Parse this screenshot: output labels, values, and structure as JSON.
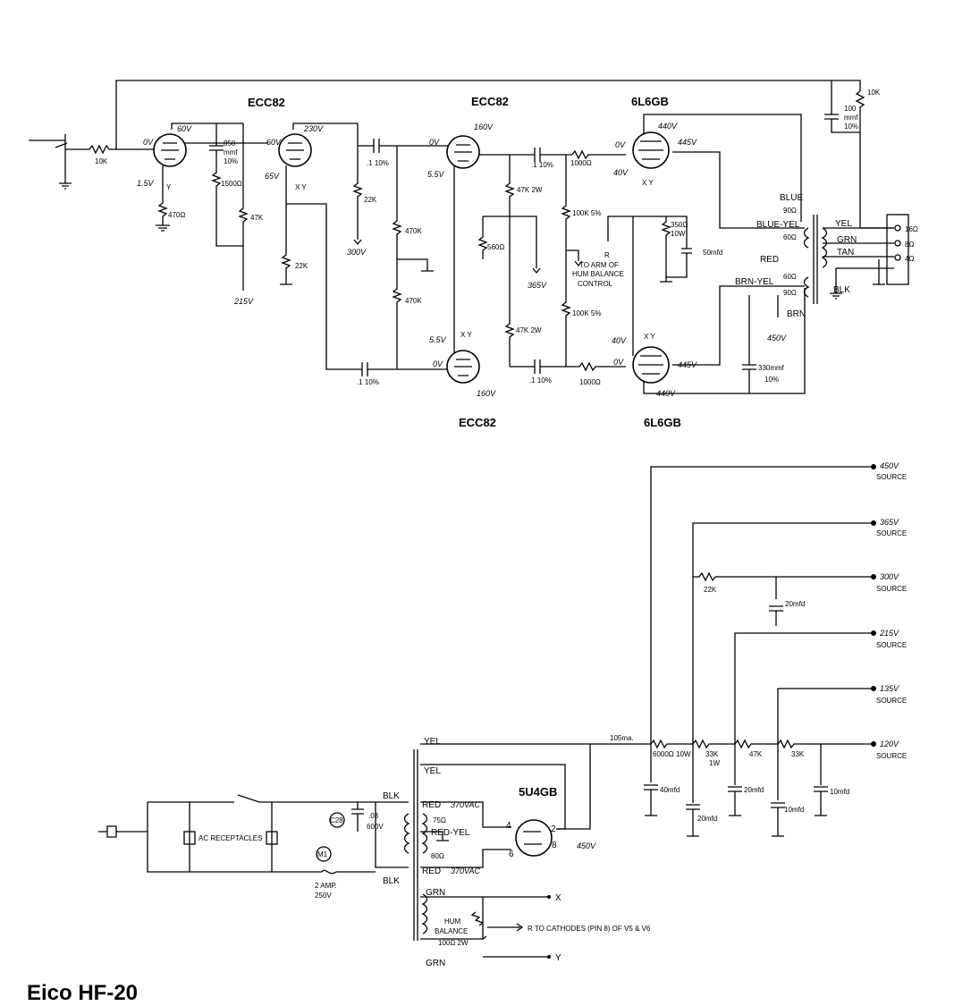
{
  "title": "Eico HF-20",
  "tubes": {
    "v1": "ECC82",
    "v2": "ECC82",
    "v3": "ECC82",
    "v5": "6L6GB",
    "v6": "6L6GB",
    "rect": "5U4GB"
  },
  "preamp": {
    "r_in": "10K",
    "v1_plate": "60V",
    "v1_grid": "0V",
    "v1_cath": "1.5V",
    "c850": "850",
    "c850_u": "mmf",
    "c850_t": "10%",
    "r1500": "1500Ω",
    "r470": "470Ω",
    "r47k": "47K",
    "b215": "215V",
    "v2_plate": "230V",
    "v2_grid": "60V",
    "v2_cath": "65V",
    "r22k_cath": "22K",
    "c_coupl": ".1 10%",
    "r22k": "22K",
    "b300": "300V",
    "xy": "X Y",
    "y": "Y"
  },
  "inverter": {
    "up_grid": "0V",
    "up_plate": "160V",
    "up_cath": "5.5V",
    "r470k_a": "470K",
    "r470k_b": "470K",
    "r47k_top": "47K 2W",
    "r560": "560Ω",
    "b365": "365V",
    "lo_cath": "5.5V",
    "lo_grid": "0V",
    "lo_plate": "160V",
    "r47k_bot": "47K 2W",
    "c_lo": ".1 10%"
  },
  "output": {
    "c_top": ".1 10%",
    "r1000_top": "1000Ω",
    "r100k_top": "100K 5%",
    "r100k_bot": "100K 5%",
    "hum_note_r": "R",
    "hum_note_1": "TO ARM OF",
    "hum_note_2": "HUM BALANCE",
    "hum_note_3": "CONTROL",
    "r350": "350Ω",
    "r350_w": "10W",
    "c50": "50mfd",
    "c_bot": ".1 10%",
    "r1000_bot": "1000Ω",
    "v5_grid": "0V",
    "v5_bias": "40V",
    "v5_p3": "440V",
    "v5_p4": "445V",
    "v6_grid": "0V",
    "v6_bias": "40V",
    "v6_p3": "440V",
    "v6_p4": "445V",
    "r10k_fb": "10K",
    "c100": "100",
    "c100_u": "mmf",
    "c100_t": "10%",
    "blue": "BLUE",
    "blue_yel": "BLUE-YEL",
    "r90a": "90Ω",
    "r60a": "60Ω",
    "red": "RED",
    "brn_yel": "BRN-YEL",
    "r60b": "60Ω",
    "r90b": "90Ω",
    "brn": "BRN",
    "b450": "450V",
    "c330": "330mmf",
    "c330_t": "10%",
    "yel": "YEL",
    "grn": "GRN",
    "tan": "TAN",
    "o16": "16Ω",
    "o8": "8Ω",
    "o4": "4Ω"
  },
  "supply": {
    "s450": "450V",
    "s365": "365V",
    "s300": "300V",
    "s215": "215V",
    "s135": "135V",
    "s120": "120V",
    "source": "SOURCE",
    "ma": "105ma.",
    "r6000": "6000Ω 10W",
    "r22k": "22K",
    "r33k_1w": "33K",
    "r33k_1w_b": "1W",
    "r47k": "47K",
    "r33k": "33K",
    "c40": "40mfd",
    "c20a": "20mfd",
    "c20b": "20mfd",
    "c20c": "20mfd",
    "c10a": "10mfd",
    "c10b": "10mfd"
  },
  "power": {
    "yel_top": "YEL",
    "yel_2": "YEL",
    "blk_top": "BLK",
    "blk_bot": "BLK",
    "red_top": "RED",
    "red_yel": "RED-YEL",
    "red_bot": "RED",
    "v370a": "370VAC",
    "v370b": "370VAC",
    "r75": "75Ω",
    "r80": "80Ω",
    "p4": "4",
    "p2": "2",
    "p8": "8",
    "p6": "6",
    "b450": "450V",
    "grn_top": "GRN",
    "grn_bot": "GRN",
    "x": "X",
    "y": "Y",
    "hum_1": "HUM",
    "hum_2": "BALANCE",
    "hum_r": "100Ω 2W",
    "cath_note": "R  TO CATHODES (PIN 8) OF V5 & V6",
    "ac_rec": "AC RECEPTACLES",
    "c28": "C28",
    "c03": ".03",
    "c03_v": "600V",
    "m1": "M1",
    "fuse_1": "2 AMP.",
    "fuse_2": "250V"
  }
}
